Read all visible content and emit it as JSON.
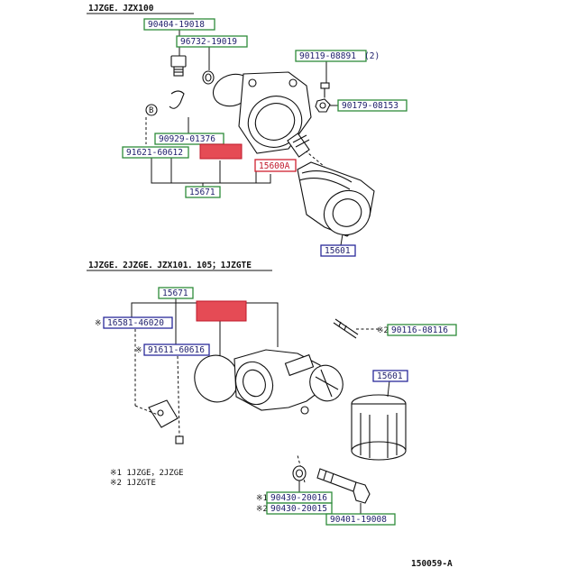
{
  "top_section": {
    "header": "1JZGE．JZX100",
    "labels": {
      "p90404": "90404-19018",
      "p96732": "96732-19019",
      "p90119": "90119-08891",
      "p90119_qty": "(2)",
      "p90179": "90179-08153",
      "p90929": "90929-01376",
      "p91621": "91621-60612",
      "p15600A": "15600A",
      "p15671": "15671",
      "p15601": "15601",
      "callout_b": "B"
    }
  },
  "bottom_section": {
    "header": "1JZGE．2JZGE．JZX101．105；1JZGTE",
    "labels": {
      "p15671": "15671",
      "p16581": "16581-46020",
      "p91611": "91611-60616",
      "p90116": "90116-08116",
      "p15601": "15601",
      "p90430a": "90430-20016",
      "p90430b": "90430-20015",
      "p90401": "90401-19008",
      "mark1": "※",
      "mark2": "※2",
      "mark3": "※",
      "mark4": "※1",
      "mark5": "※2"
    },
    "notes": [
      "※1 1JZGE，2JZGE",
      "※2 1JZGTE"
    ]
  },
  "footer": {
    "code": "150059-A"
  },
  "colors": {
    "green_box": "#2e8b3a",
    "blue_box": "#2a2a9a",
    "red_box": "#d0202f",
    "redacted_fill": "#e54b55"
  }
}
